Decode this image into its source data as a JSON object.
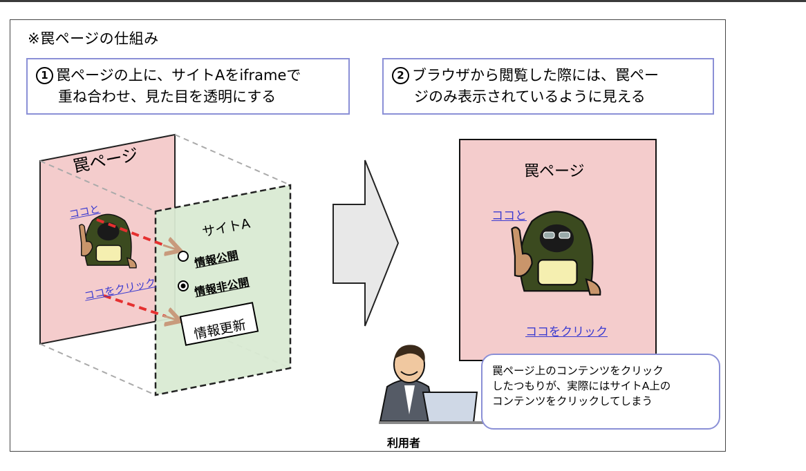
{
  "title": "※罠ページの仕組み",
  "step1": {
    "num": "1",
    "line1": "罠ページの上に、サイトAをiframeで",
    "line2": "重ね合わせ、見た目を透明にする"
  },
  "step2": {
    "num": "2",
    "line1": "ブラウザから閲覧した際には、罠ペー",
    "line2": "ジのみ表示されているように見える"
  },
  "left_panel": {
    "trap_title": "罠ページ",
    "link1": "ココと",
    "link2": "ココをクリック",
    "site_title": "サイトA",
    "radio1": "情報公開",
    "radio2": "情報非公開",
    "button": "情報更新"
  },
  "right_panel": {
    "trap_title": "罠ページ",
    "link1": "ココと",
    "link2": "ココをクリック"
  },
  "speech": {
    "line1": "罠ページ上のコンテンツをクリック",
    "line2": "したつもりが、実際にはサイトA上の",
    "line3": "コンテンツをクリックしてしまう"
  },
  "user_label": "利用者",
  "colors": {
    "trap_fill": "#f4cccc",
    "site_fill": "#d9ead3",
    "arrow_dash": "#e53030",
    "hooded_green": "#3b4a1f",
    "box_border": "#8a8fd6"
  }
}
